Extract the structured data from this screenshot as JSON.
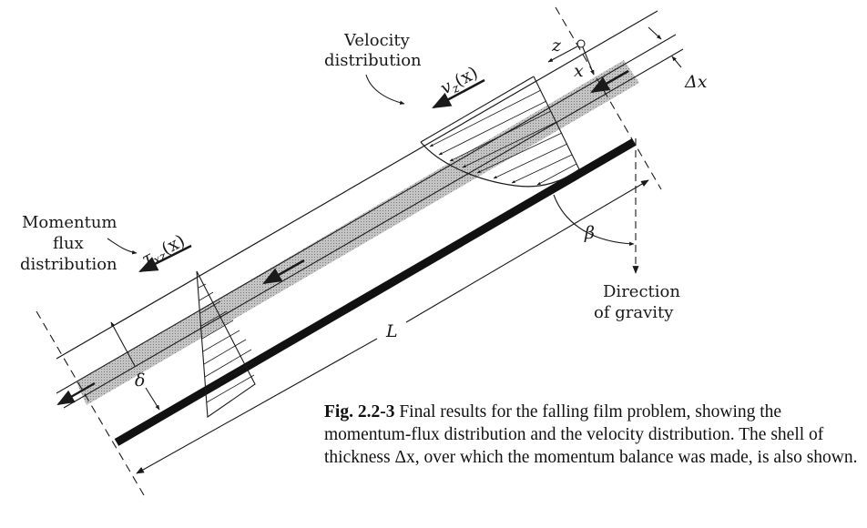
{
  "labels": {
    "velocity_line1": "Velocity",
    "velocity_line2": "distribution",
    "momentum_line1": "Momentum",
    "momentum_line2": "flux",
    "momentum_line3": "distribution",
    "gravity_line1": "Direction",
    "gravity_line2": "of gravity"
  },
  "symbols": {
    "vz": "v",
    "vz_sub": "z",
    "vz_arg": "(x)",
    "tau": "τ",
    "tau_sub": "xz",
    "tau_arg": "(x)",
    "z": "z",
    "x": "x",
    "dx": "Δx",
    "beta": "β",
    "L": "L",
    "delta": "δ"
  },
  "caption": {
    "fig_label": "Fig. 2.2-3",
    "text": "Final results for the falling film problem, showing the momentum-flux distribution and the velocity distribution. The shell of thickness Δx, over which the momentum balance was made, is also shown."
  },
  "colors": {
    "ink": "#1a1a1a",
    "shell_fill": "#bdbdbd",
    "background": "#ffffff"
  }
}
